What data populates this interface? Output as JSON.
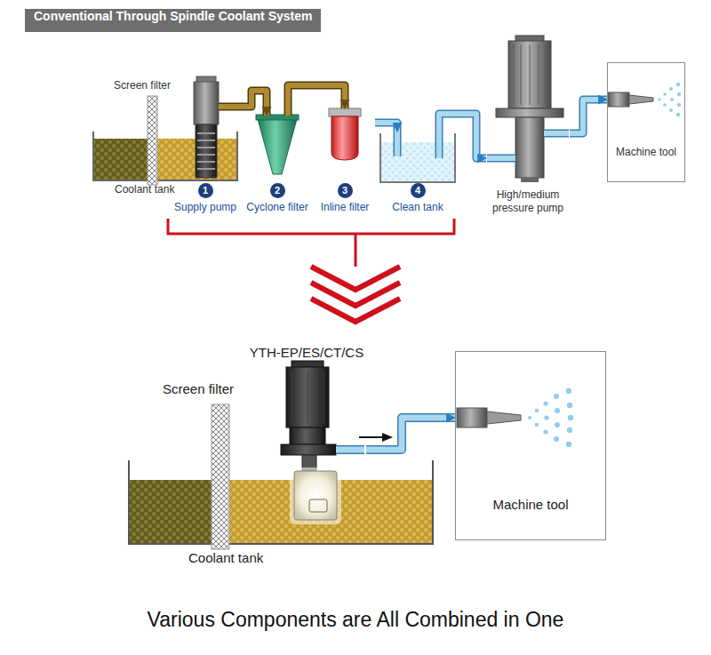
{
  "diagram": {
    "title": "Conventional Through Spindle Coolant System",
    "caption": "Various Components are All Combined in One",
    "nodes": [
      {
        "text": [
          "Coolant tank"
        ]
      },
      {
        "text": [
          "1",
          "Supply pump"
        ]
      },
      {
        "text": [
          "2",
          "Cyclone filter"
        ]
      },
      {
        "text": [
          "3",
          "Inline filter"
        ]
      },
      {
        "text": [
          "4",
          "Clean tank"
        ]
      },
      {
        "text": [
          "High/medium pressure pump"
        ]
      },
      {
        "text": [
          "Machine tool"
        ]
      },
      {
        "text": [
          "Coolant tank"
        ]
      },
      {
        "text": [
          "YTH-EP/ES/CT/CS"
        ]
      },
      {
        "text": [
          "Machine tool"
        ]
      }
    ],
    "edges": [
      {
        "from": 1,
        "to": 2,
        "arrow": "to"
      },
      {
        "from": 2,
        "to": 3,
        "arrow": "to"
      },
      {
        "from": 3,
        "to": 4,
        "arrow": "to"
      },
      {
        "from": 4,
        "to": 5,
        "arrow": "to"
      },
      {
        "from": 5,
        "to": 6,
        "arrow": "to"
      },
      {
        "from": 8,
        "to": 9,
        "arrow": "to"
      }
    ],
    "labels": [
      "Screen filter",
      "Screen filter"
    ]
  }
}
